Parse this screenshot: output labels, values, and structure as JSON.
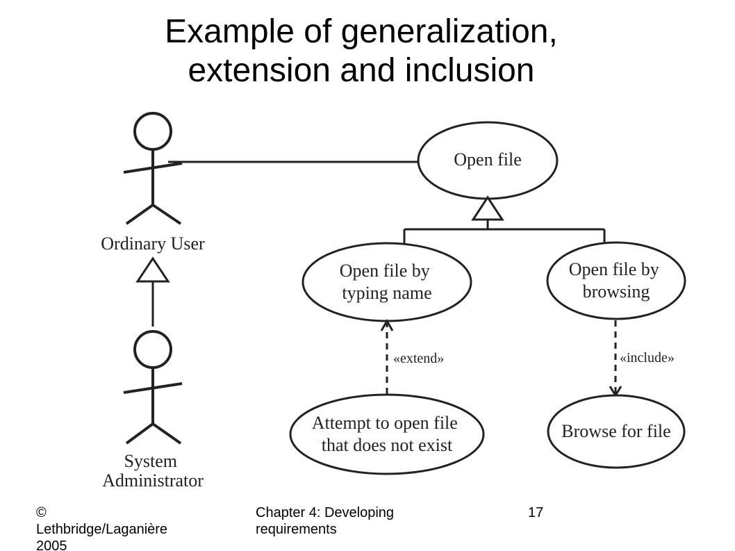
{
  "title": {
    "line1": "Example of generalization,",
    "line2": "extension and inclusion"
  },
  "diagram": {
    "actors": [
      {
        "id": "ordinary_user",
        "lines": [
          "Ordinary User"
        ]
      },
      {
        "id": "system_administrator",
        "lines": [
          "System",
          "Administrator"
        ]
      }
    ],
    "use_cases": [
      {
        "id": "open_file",
        "lines": [
          "Open file"
        ]
      },
      {
        "id": "open_file_typing",
        "lines": [
          "Open file by",
          "typing name"
        ]
      },
      {
        "id": "open_file_browsing",
        "lines": [
          "Open file by",
          "browsing"
        ]
      },
      {
        "id": "attempt_open",
        "lines": [
          "Attempt to open file",
          "that does not exist"
        ]
      },
      {
        "id": "browse_for_file",
        "lines": [
          "Browse for file"
        ]
      }
    ],
    "relationships": [
      {
        "from": "ordinary_user",
        "to": "open_file",
        "type": "association"
      },
      {
        "from": "system_administrator",
        "to": "ordinary_user",
        "type": "generalization"
      },
      {
        "from": "open_file_typing",
        "to": "open_file",
        "type": "generalization"
      },
      {
        "from": "open_file_browsing",
        "to": "open_file",
        "type": "generalization"
      },
      {
        "from": "attempt_open",
        "to": "open_file_typing",
        "type": "extend",
        "label": "«extend»"
      },
      {
        "from": "open_file_browsing",
        "to": "browse_for_file",
        "type": "include",
        "label": "«include»"
      }
    ]
  },
  "footer": {
    "copyright_lines": [
      "©",
      "Lethbridge/Laganière",
      "2005"
    ],
    "chapter_lines": [
      "Chapter 4: Developing",
      "requirements"
    ],
    "page": "17"
  }
}
